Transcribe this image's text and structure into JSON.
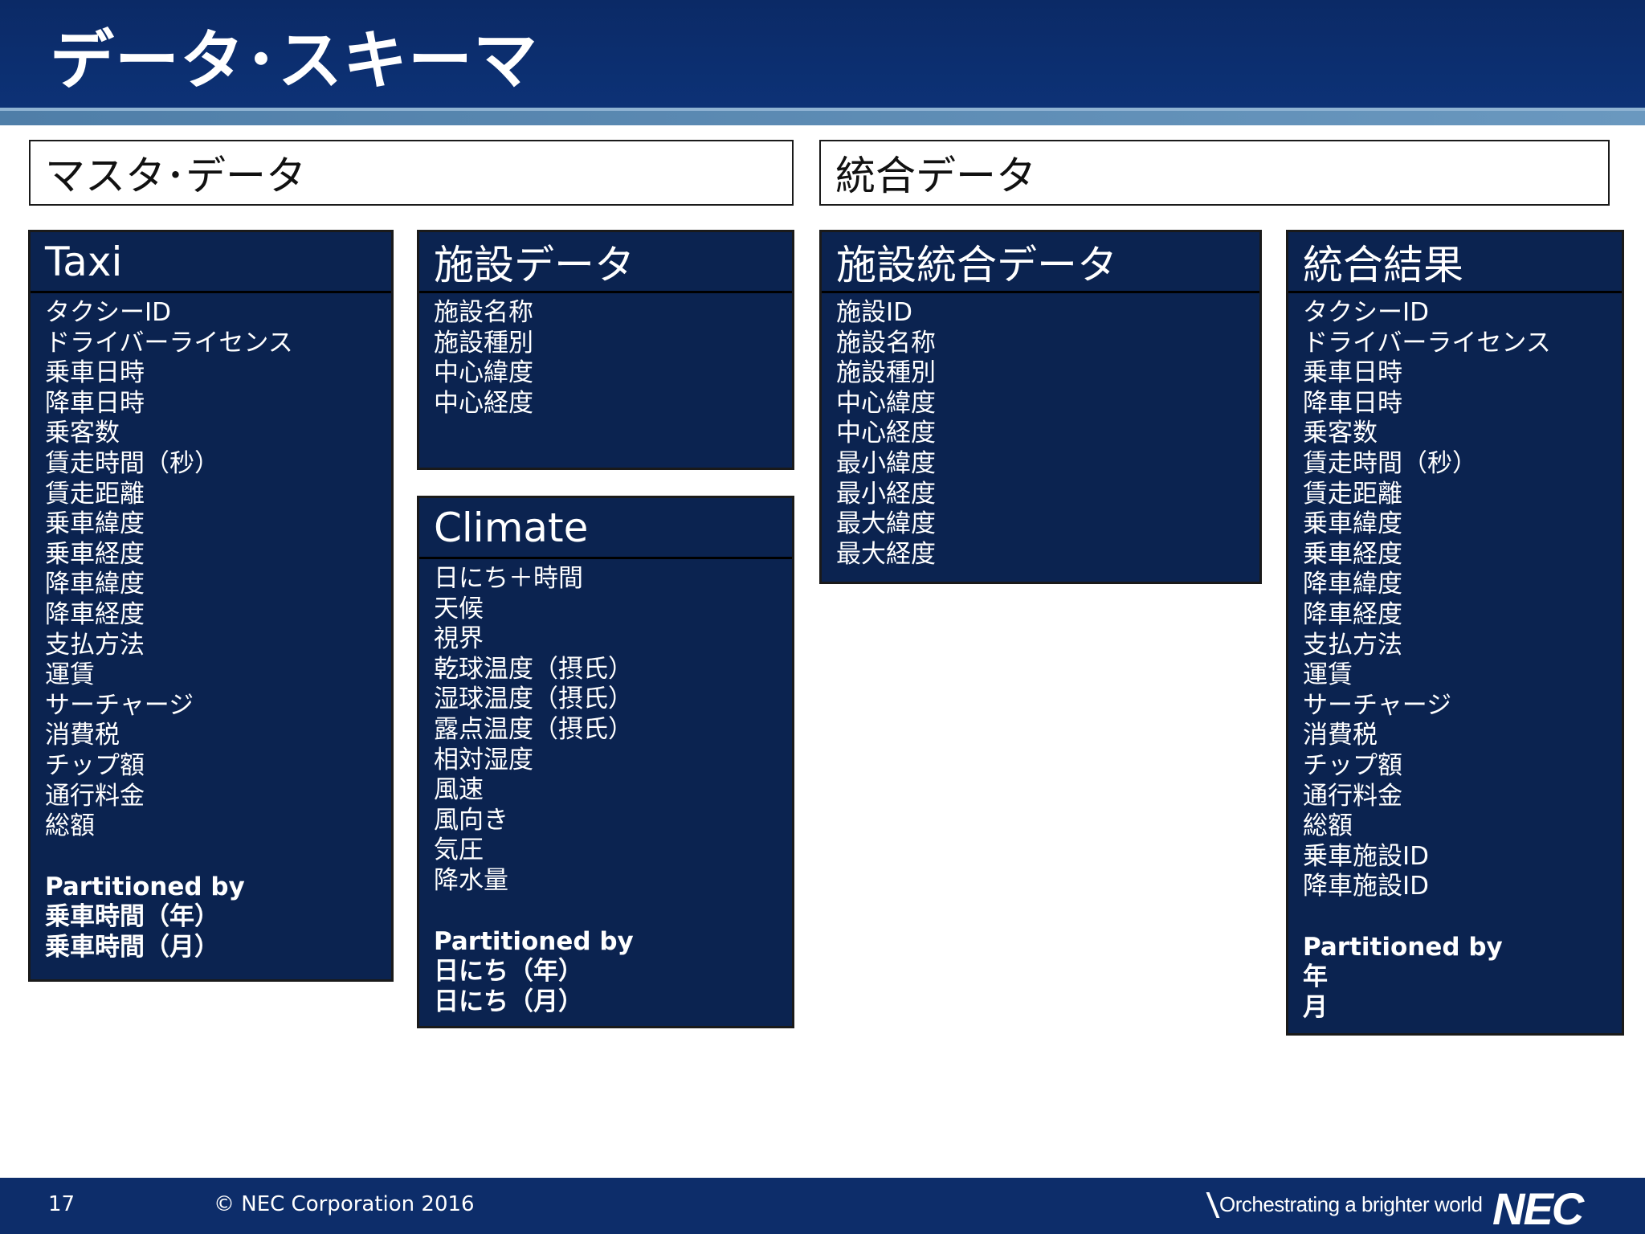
{
  "title": "データ･スキーマ",
  "sections": {
    "master": "マスタ･データ",
    "integrated": "統合データ"
  },
  "tables": {
    "taxi": {
      "title": "Taxi",
      "fields": [
        "タクシーID",
        "ドライバーライセンス",
        "乗車日時",
        "降車日時",
        "乗客数",
        "賃走時間（秒）",
        "賃走距離",
        "乗車緯度",
        "乗車経度",
        "降車緯度",
        "降車経度",
        "支払方法",
        "運賃",
        "サーチャージ",
        "消費税",
        "チップ額",
        "通行料金",
        "総額"
      ],
      "partition": [
        "Partitioned by",
        "乗車時間（年）",
        "乗車時間（月）"
      ]
    },
    "facility": {
      "title": "施設データ",
      "fields": [
        "施設名称",
        "施設種別",
        "中心緯度",
        "中心経度"
      ]
    },
    "climate": {
      "title": "Climate",
      "fields": [
        "日にち＋時間",
        "天候",
        "視界",
        "乾球温度（摂氏）",
        "湿球温度（摂氏）",
        "露点温度（摂氏）",
        "相対湿度",
        "風速",
        "風向き",
        "気圧",
        "降水量"
      ],
      "partition": [
        "Partitioned by",
        "日にち（年）",
        "日にち（月）"
      ]
    },
    "facility_integrated": {
      "title": "施設統合データ",
      "fields": [
        "施設ID",
        "施設名称",
        "施設種別",
        "中心緯度",
        "中心経度",
        "最小緯度",
        "最小経度",
        "最大緯度",
        "最大経度"
      ]
    },
    "result": {
      "title": "統合結果",
      "fields": [
        "タクシーID",
        "ドライバーライセンス",
        "乗車日時",
        "降車日時",
        "乗客数",
        "賃走時間（秒）",
        "賃走距離",
        "乗車緯度",
        "乗車経度",
        "降車緯度",
        "降車経度",
        "支払方法",
        "運賃",
        "サーチャージ",
        "消費税",
        "チップ額",
        "通行料金",
        "総額",
        "乗車施設ID",
        "降車施設ID"
      ],
      "partition": [
        "Partitioned by",
        "年",
        "月"
      ]
    }
  },
  "footer": {
    "page_number": "17",
    "copyright": "© NEC Corporation 2016",
    "tagline": "Orchestrating a brighter world",
    "logo": "NEC"
  },
  "colors": {
    "header_bg": "#0b2a66",
    "card_bg": "#0b2350",
    "stripe": "#5b89b3"
  }
}
